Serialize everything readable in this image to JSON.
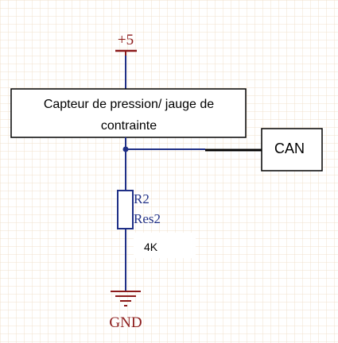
{
  "colors": {
    "wire": "#1f2f86",
    "power_symbol": "#8b1a1a",
    "ground_symbol": "#8b1a1a",
    "net_label_text": "#8b1a1a",
    "component_text": "#1f2f86",
    "grid": "#f0e1cc",
    "box_border": "#000000",
    "signal_line": "#000000"
  },
  "power": {
    "label": "+5"
  },
  "sensor_box": {
    "line1": "Capteur de pression/ jauge de",
    "line2": "contrainte"
  },
  "can_box": {
    "label": "CAN"
  },
  "resistor": {
    "designator": "R2",
    "comment": "Res2",
    "value": "4K"
  },
  "ground": {
    "label": "GND"
  }
}
